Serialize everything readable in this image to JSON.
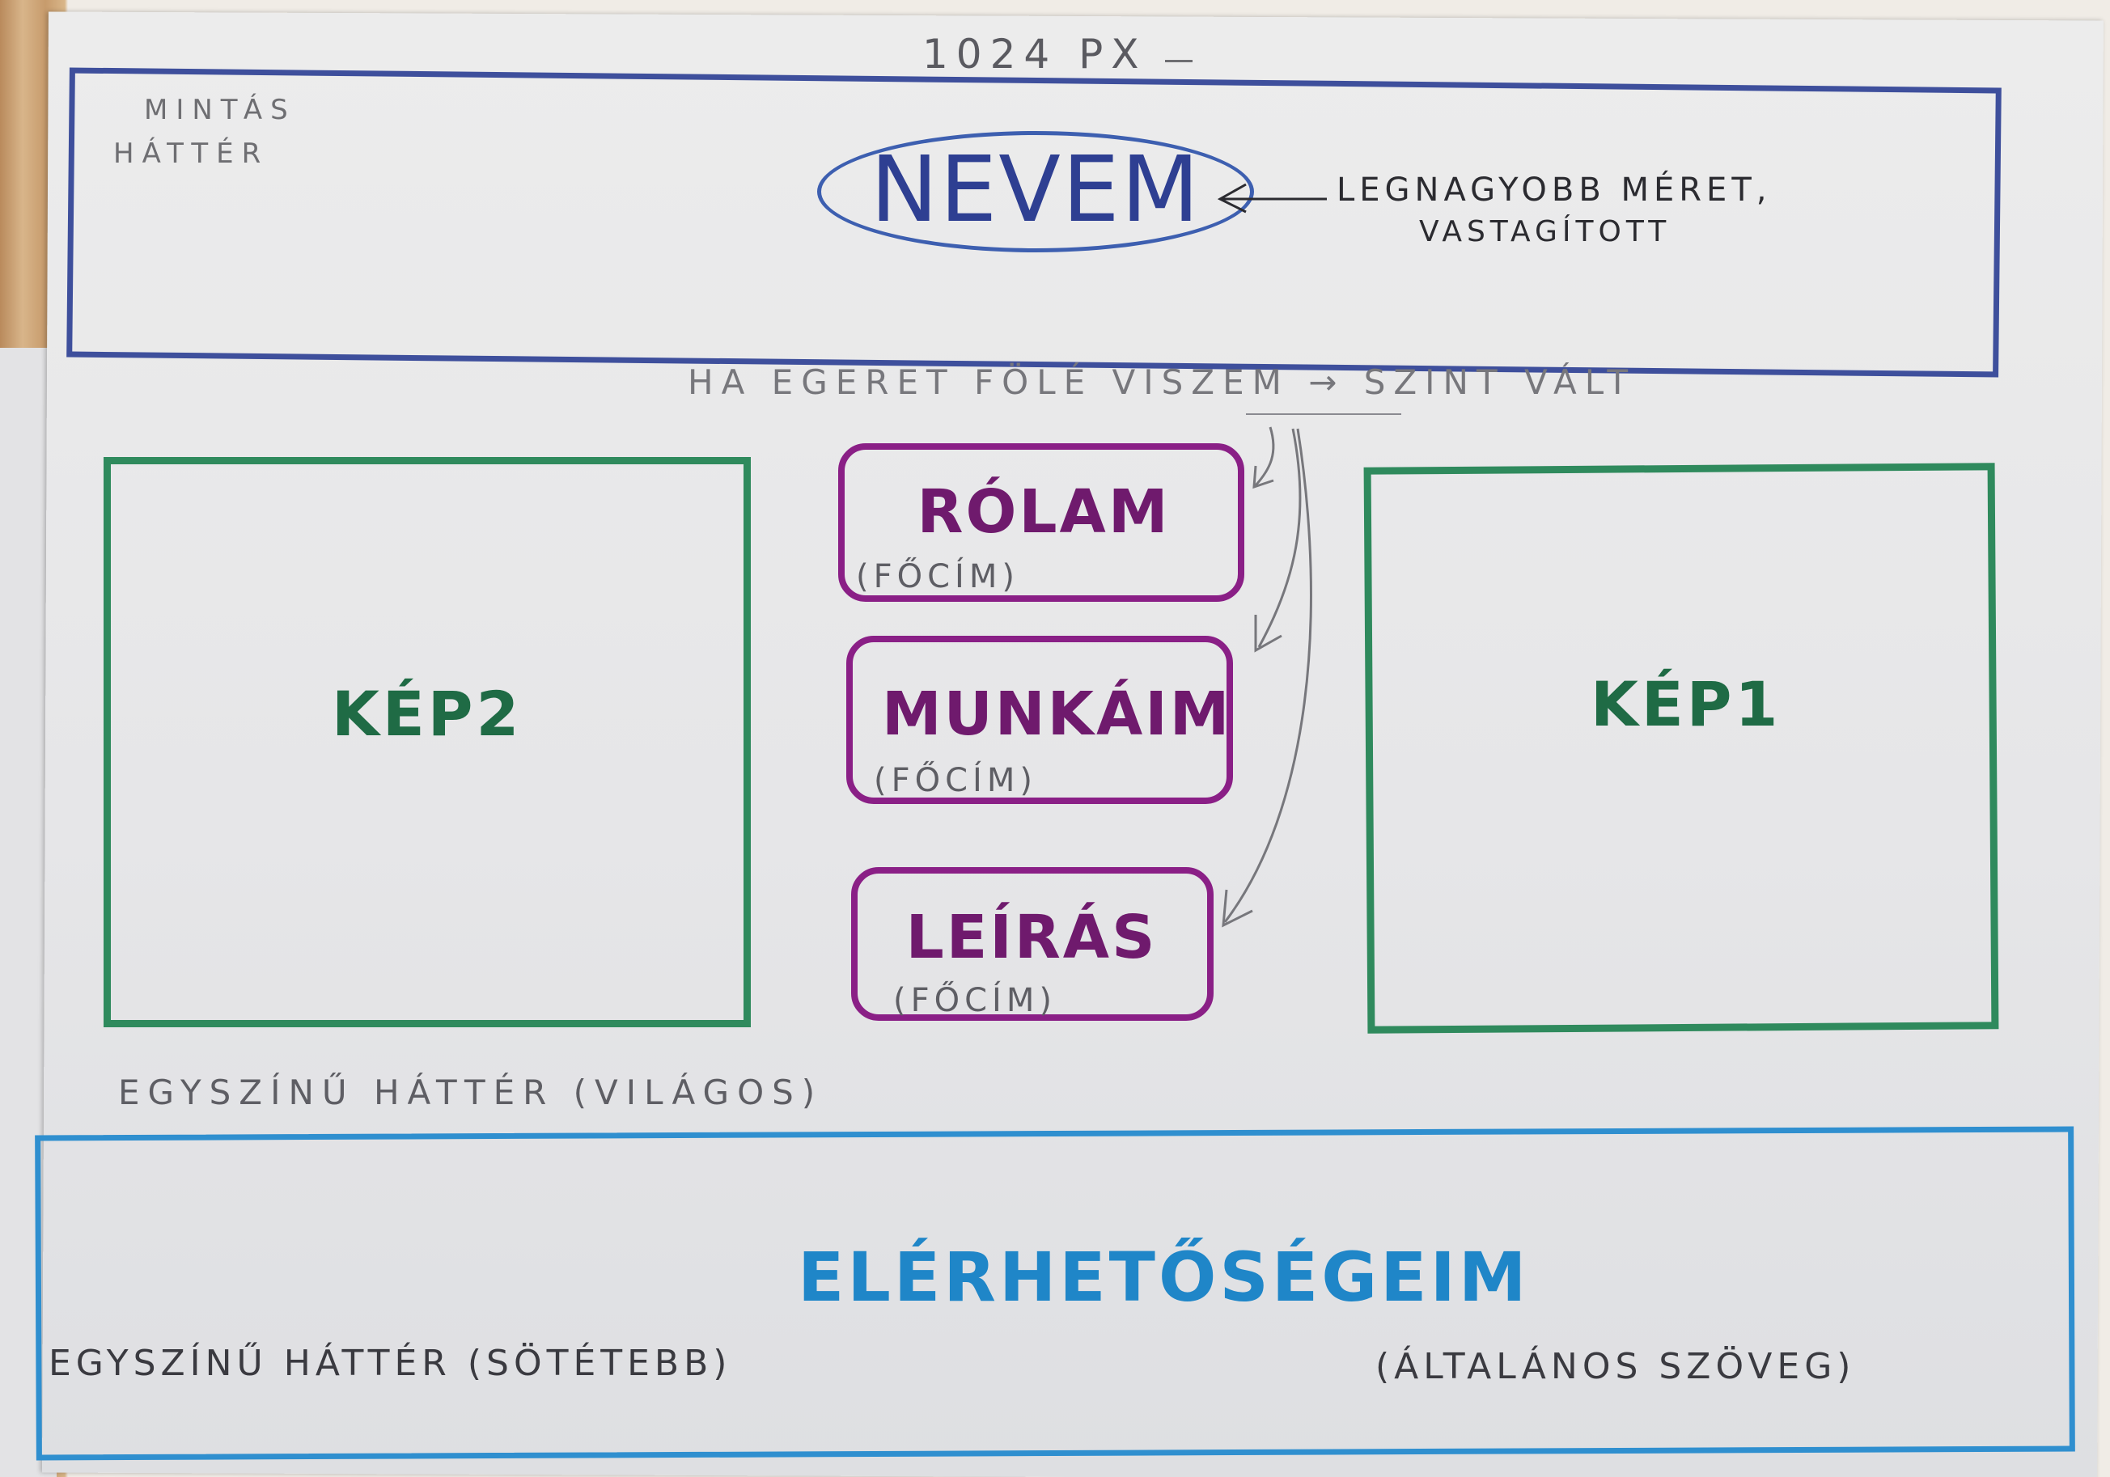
{
  "width_note": "1024 PX",
  "header": {
    "pattern_label_1": "MINTÁS",
    "pattern_label_2": "HÁTTÉR",
    "name": "NEVEM",
    "size_note_1": "LEGNAGYOBB MÉRET,",
    "size_note_2": "VASTAGÍTOTT"
  },
  "hover_note": "HA EGERET FÖLÉ VISZEM → SZINT VÁLT",
  "images": {
    "left": "KÉP2",
    "right": "KÉP1"
  },
  "menu": [
    {
      "label": "RÓLAM",
      "note": "(FŐCÍM)"
    },
    {
      "label": "MUNKÁIM",
      "note": "(FŐCÍM)"
    },
    {
      "label": "LEÍRÁS",
      "note": "(FŐCÍM)"
    }
  ],
  "middle_background_note": "EGYSZÍNŰ HÁTTÉR (VILÁGOS)",
  "footer": {
    "title": "ELÉRHETŐSÉGEIM",
    "background_note": "EGYSZÍNŰ HÁTTÉR (SÖTÉTEBB)",
    "text_note": "(ÁLTALÁNOS SZÖVEG)"
  },
  "colors": {
    "header_border": "#3e4f9c",
    "image_border": "#2f8a5d",
    "menu_border": "#8a1f86",
    "footer_border": "#2f8fcf",
    "pencil": "#6e6e72"
  }
}
